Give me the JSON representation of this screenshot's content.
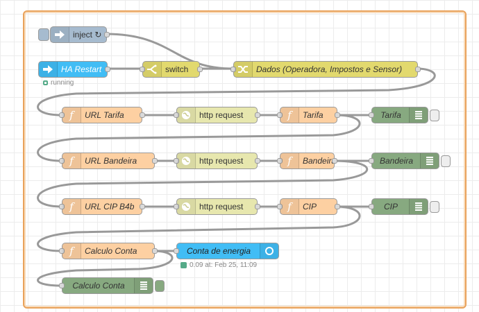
{
  "flow": {
    "inject": {
      "label": "inject ↻",
      "icon": "arrow-right-icon"
    },
    "ha_restart": {
      "label": "HA Restart",
      "status": "running",
      "icon": "arrow-right-icon"
    },
    "switch": {
      "label": "switch",
      "icon": "switch-icon"
    },
    "dados": {
      "label": "Dados (Operadora, Impostos e Sensor)",
      "icon": "shuffle-icon"
    },
    "url_tarifa": {
      "label": "URL Tarifa",
      "icon": "function-icon"
    },
    "http1": {
      "label": "http request",
      "icon": "globe-icon"
    },
    "tarifa_fn": {
      "label": "Tarifa",
      "icon": "function-icon"
    },
    "tarifa_dbg": {
      "label": "Tarifa",
      "icon": "debug-list-icon"
    },
    "url_bandeira": {
      "label": "URL Bandeira",
      "icon": "function-icon"
    },
    "http2": {
      "label": "http request",
      "icon": "globe-icon"
    },
    "bandeira_fn": {
      "label": "Bandeira",
      "icon": "function-icon"
    },
    "bandeira_dbg": {
      "label": "Bandeira",
      "icon": "debug-list-icon"
    },
    "url_cip": {
      "label": "URL CIP B4b",
      "icon": "function-icon"
    },
    "http3": {
      "label": "http request",
      "icon": "globe-icon"
    },
    "cip_fn": {
      "label": "CIP",
      "icon": "function-icon"
    },
    "cip_dbg": {
      "label": "CIP",
      "icon": "debug-list-icon"
    },
    "calc_fn": {
      "label": "Calculo Conta",
      "icon": "function-icon"
    },
    "conta_energia": {
      "label": "Conta de energia",
      "status": "0.09 at: Feb 25, 11:09",
      "icon": "circle-icon"
    },
    "calc_dbg": {
      "label": "Calculo Conta",
      "icon": "debug-list-icon"
    }
  },
  "colors": {
    "function": "#fdd0a2",
    "http": "#e7e7ae",
    "switch": "#e2d96e",
    "debug": "#87a980",
    "inject": "#a6bbcf",
    "home_assistant": "#41bdf5",
    "group_border": "#e9a25b"
  }
}
